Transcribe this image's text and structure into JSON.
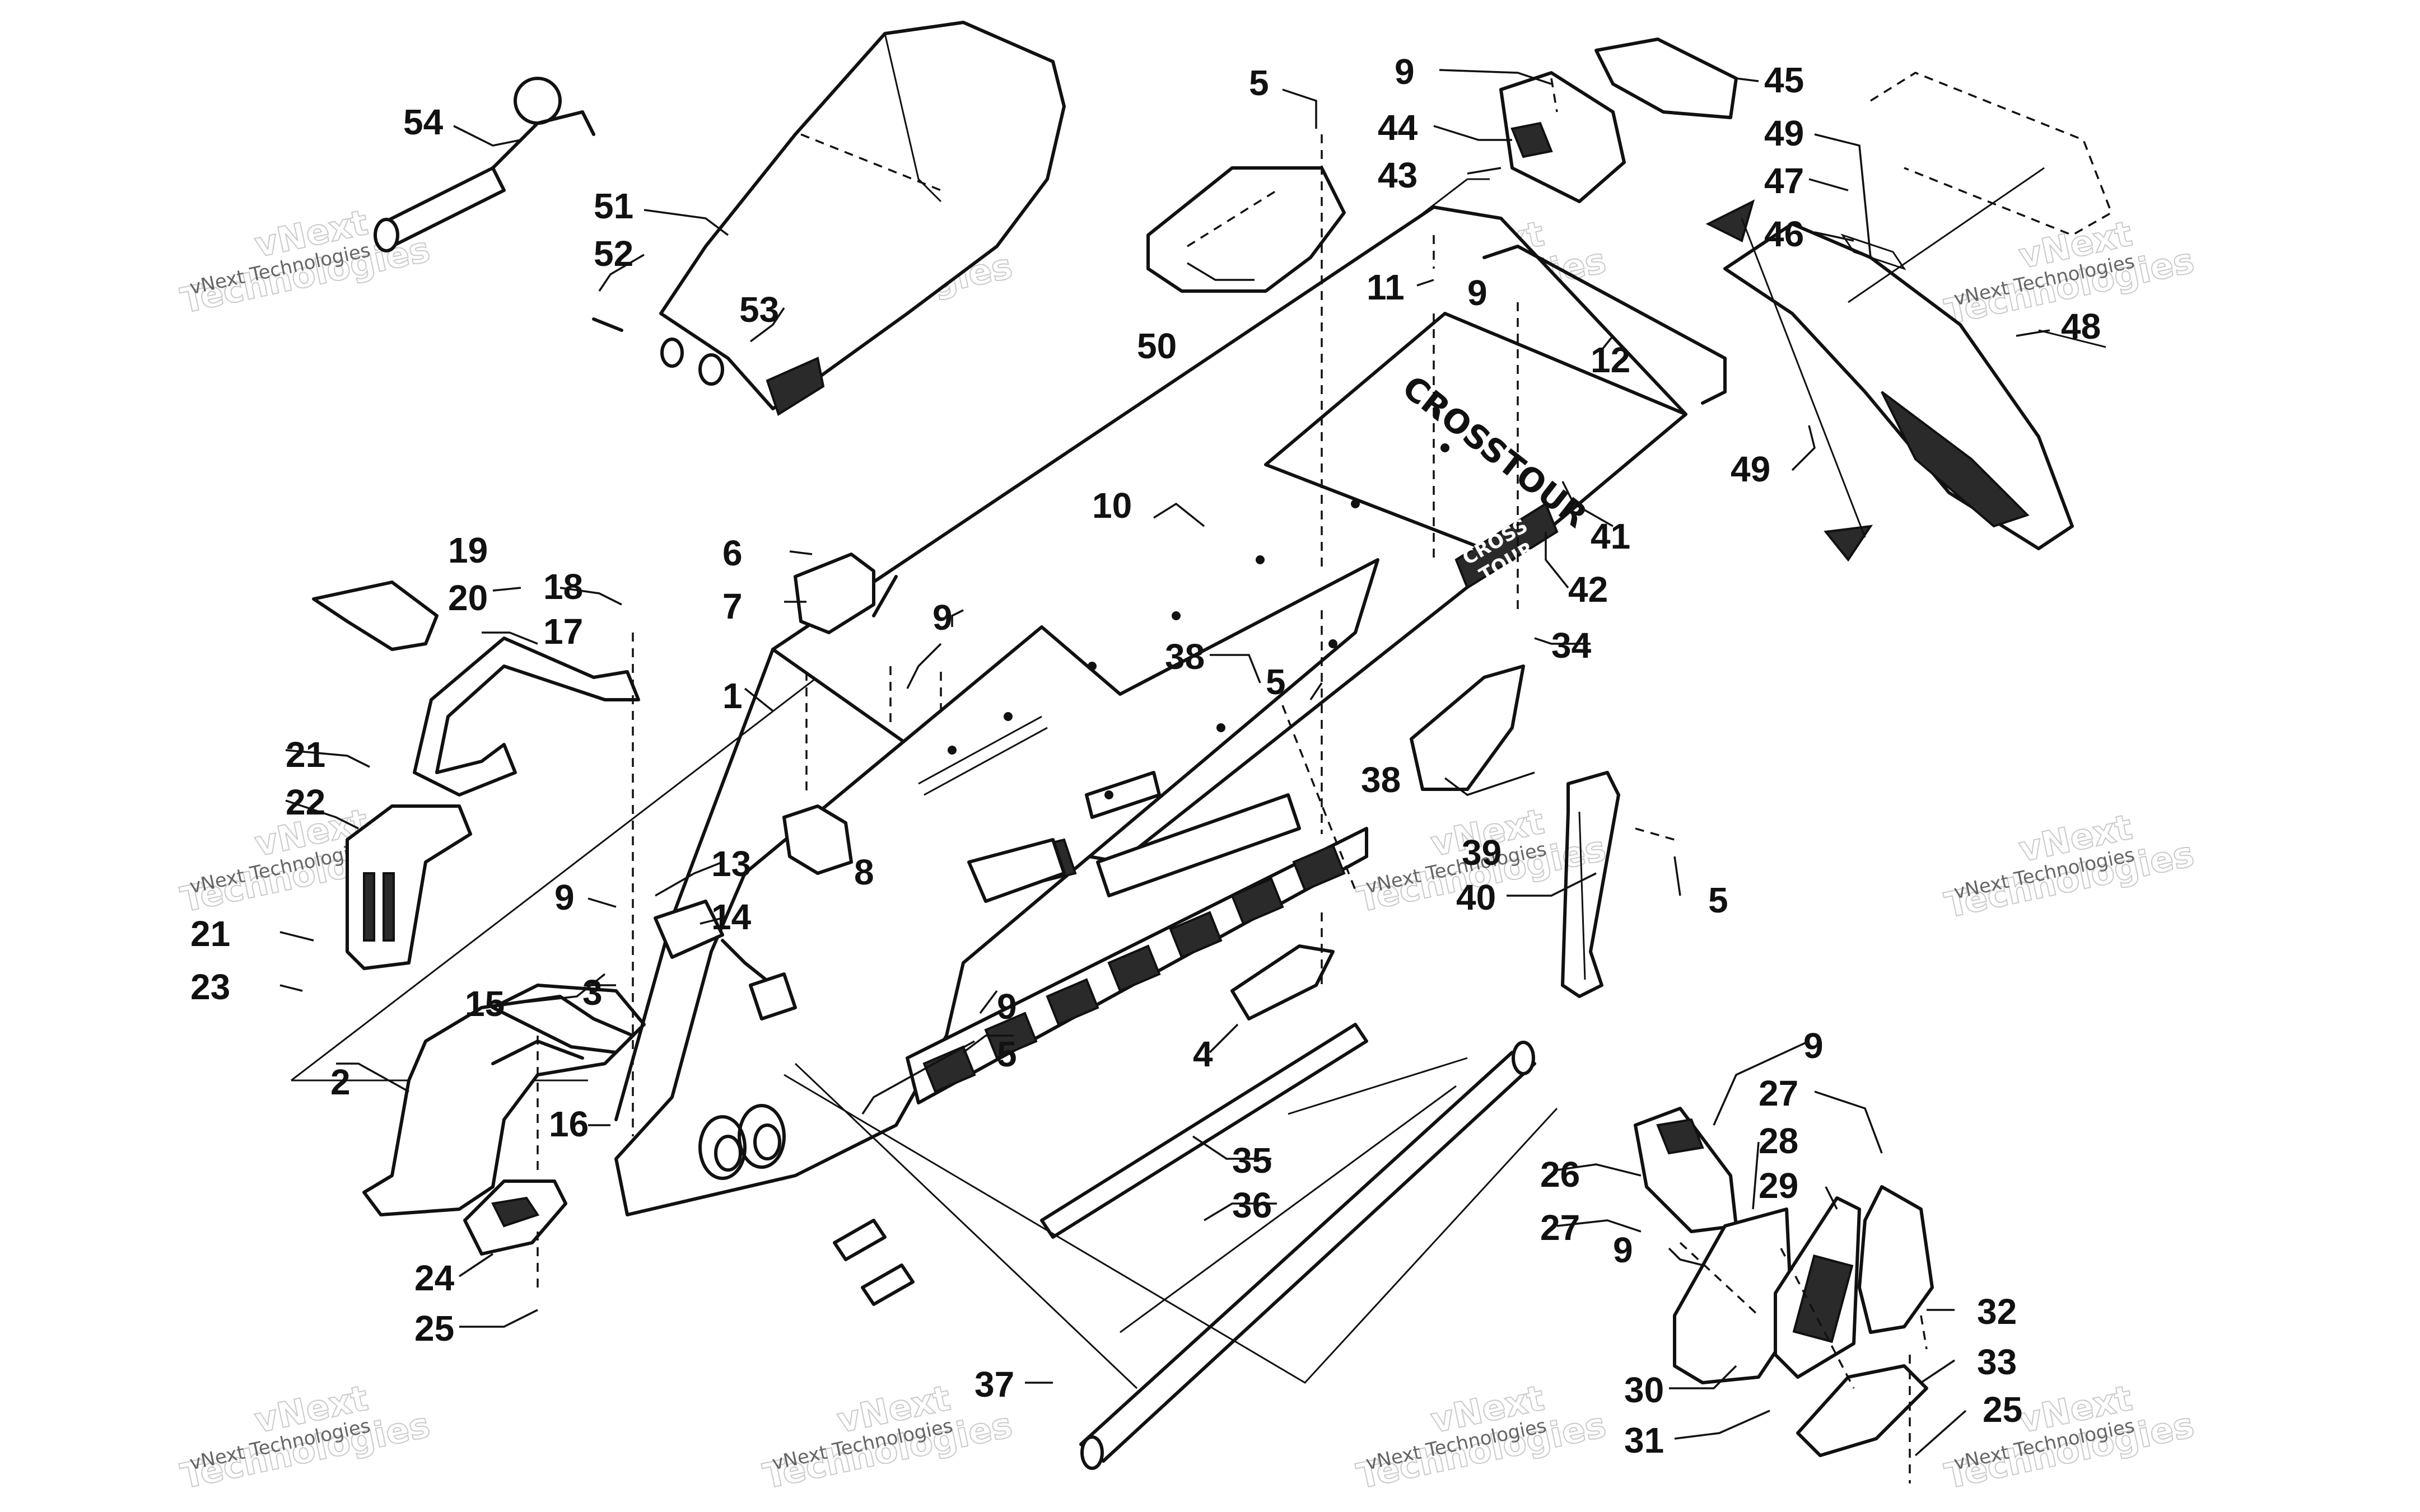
{
  "watermark": {
    "line1": "vNext",
    "line2": "Technologies",
    "small": "vNext Technologies"
  },
  "decals": {
    "deck_logo": "CROSSTOUR",
    "side_logo_a": "CROSS",
    "side_logo_b": "TOUR"
  },
  "callouts": [
    {
      "id": "1",
      "label": "1"
    },
    {
      "id": "2",
      "label": "2"
    },
    {
      "id": "3",
      "label": "3"
    },
    {
      "id": "4",
      "label": "4"
    },
    {
      "id": "5a",
      "label": "5"
    },
    {
      "id": "5b",
      "label": "5"
    },
    {
      "id": "5c",
      "label": "5"
    },
    {
      "id": "5d",
      "label": "5"
    },
    {
      "id": "6",
      "label": "6"
    },
    {
      "id": "7",
      "label": "7"
    },
    {
      "id": "8",
      "label": "8"
    },
    {
      "id": "9a",
      "label": "9"
    },
    {
      "id": "9b",
      "label": "9"
    },
    {
      "id": "9c",
      "label": "9"
    },
    {
      "id": "9d",
      "label": "9"
    },
    {
      "id": "9e",
      "label": "9"
    },
    {
      "id": "9f",
      "label": "9"
    },
    {
      "id": "9g",
      "label": "9"
    },
    {
      "id": "10",
      "label": "10"
    },
    {
      "id": "11",
      "label": "11"
    },
    {
      "id": "12",
      "label": "12"
    },
    {
      "id": "13",
      "label": "13"
    },
    {
      "id": "14",
      "label": "14"
    },
    {
      "id": "15",
      "label": "15"
    },
    {
      "id": "16",
      "label": "16"
    },
    {
      "id": "17",
      "label": "17"
    },
    {
      "id": "18",
      "label": "18"
    },
    {
      "id": "19",
      "label": "19"
    },
    {
      "id": "20",
      "label": "20"
    },
    {
      "id": "21a",
      "label": "21"
    },
    {
      "id": "21b",
      "label": "21"
    },
    {
      "id": "22",
      "label": "22"
    },
    {
      "id": "23",
      "label": "23"
    },
    {
      "id": "24",
      "label": "24"
    },
    {
      "id": "25a",
      "label": "25"
    },
    {
      "id": "25b",
      "label": "25"
    },
    {
      "id": "26",
      "label": "26"
    },
    {
      "id": "27a",
      "label": "27"
    },
    {
      "id": "27b",
      "label": "27"
    },
    {
      "id": "28",
      "label": "28"
    },
    {
      "id": "29",
      "label": "29"
    },
    {
      "id": "30",
      "label": "30"
    },
    {
      "id": "31",
      "label": "31"
    },
    {
      "id": "32",
      "label": "32"
    },
    {
      "id": "33",
      "label": "33"
    },
    {
      "id": "34",
      "label": "34"
    },
    {
      "id": "35",
      "label": "35"
    },
    {
      "id": "36",
      "label": "36"
    },
    {
      "id": "37",
      "label": "37"
    },
    {
      "id": "38a",
      "label": "38"
    },
    {
      "id": "38b",
      "label": "38"
    },
    {
      "id": "39",
      "label": "39"
    },
    {
      "id": "40",
      "label": "40"
    },
    {
      "id": "41",
      "label": "41"
    },
    {
      "id": "42",
      "label": "42"
    },
    {
      "id": "43",
      "label": "43"
    },
    {
      "id": "44",
      "label": "44"
    },
    {
      "id": "45",
      "label": "45"
    },
    {
      "id": "46",
      "label": "46"
    },
    {
      "id": "47",
      "label": "47"
    },
    {
      "id": "48",
      "label": "48"
    },
    {
      "id": "49a",
      "label": "49"
    },
    {
      "id": "49b",
      "label": "49"
    },
    {
      "id": "50",
      "label": "50"
    },
    {
      "id": "51",
      "label": "51"
    },
    {
      "id": "52",
      "label": "52"
    },
    {
      "id": "53",
      "label": "53"
    },
    {
      "id": "54",
      "label": "54"
    }
  ]
}
